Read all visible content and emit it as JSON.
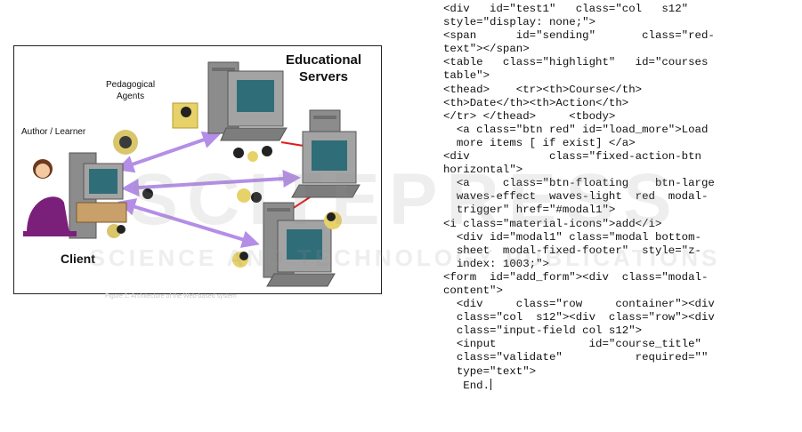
{
  "figure": {
    "labels": {
      "educational_servers": "Educational\nServers",
      "pedagogical_agents": "Pedagogical\nAgents",
      "author_learner": "Author / Learner",
      "client": "Client"
    },
    "colors": {
      "arrow": "#b48ee6",
      "link": "#e01b1b",
      "tower": "#8c8c8c",
      "screen": "#2f6d78"
    },
    "caption": "Figure 1: Architecture of the Web-based system"
  },
  "code": {
    "lines": [
      "<div   id=\"test1\"   class=\"col   s12\"",
      "style=\"display: none;\">",
      "<span      id=\"sending\"       class=\"red-",
      "text\"></span>",
      "<table   class=\"highlight\"   id=\"courses",
      "table\">",
      "<thead>    <tr><th>Course</th>",
      "<th>Date</th><th>Action</th>",
      "</tr> </thead>     <tbody>",
      "  <a class=\"btn red\" id=\"load_more\">Load",
      "  more items [ if exist] </a>",
      "<div            class=\"fixed-action-btn",
      "horizontal\">",
      "  <a     class=\"btn-floating    btn-large",
      "  waves-effect  waves-light  red  modal-",
      "  trigger\" href=\"#modal1\">",
      "<i class=\"material-icons\">add</i>",
      "  <div id=\"modal1\" class=\"modal bottom-",
      "  sheet  modal-fixed-footer\"  style=\"z-",
      "  index: 1003;\">",
      "<form  id=\"add_form\"><div  class=\"modal-",
      "content\">",
      "  <div     class=\"row     container\"><div",
      "  class=\"col  s12\"><div  class=\"row\"><div",
      "  class=\"input-field col s12\">",
      "  <input              id=\"course_title\"",
      "  class=\"validate\"           required=\"\"",
      "  type=\"text\">",
      "   End."
    ]
  },
  "watermark": {
    "logo": "SCITEPRESS",
    "tagline": "SCIENCE AND TECHNOLOGY PUBLICATIONS"
  }
}
